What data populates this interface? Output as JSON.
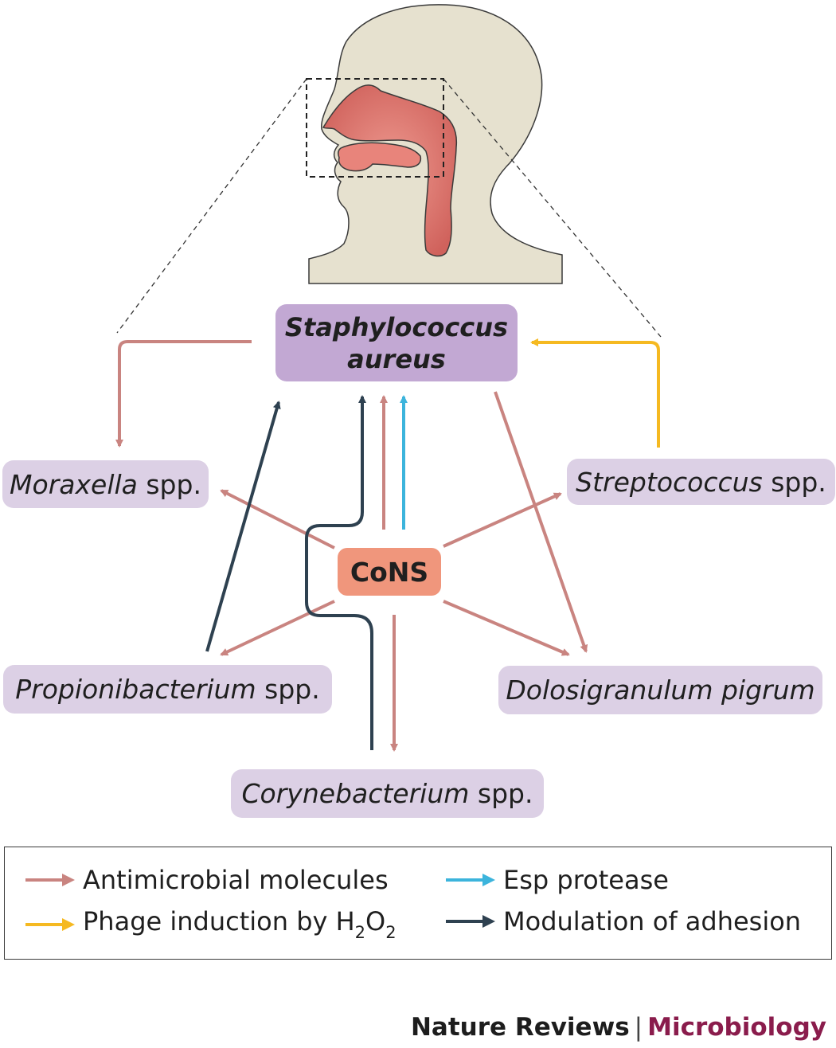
{
  "nodes": {
    "staph": {
      "line1": "Staphylococcus",
      "line2": "aureus"
    },
    "cons": "CoNS",
    "moraxella": {
      "genus": "Moraxella",
      "suffix": " spp."
    },
    "streptococcus": {
      "genus": "Streptococcus",
      "suffix": " spp."
    },
    "propionibacterium": {
      "genus": "Propionibacterium",
      "suffix": " spp."
    },
    "dolosigranulum": {
      "genus": "Dolosigranulum pigrum"
    },
    "corynebacterium": {
      "genus": "Corynebacterium",
      "suffix": " spp."
    }
  },
  "legend": {
    "antimicrobial": "Antimicrobial molecules",
    "phage_prefix": "Phage induction by H",
    "phage_sub1": "2",
    "phage_mid": "O",
    "phage_sub2": "2",
    "esp": "Esp protease",
    "modulation": "Modulation of adhesion"
  },
  "footer": {
    "journal": "Nature Reviews",
    "separator": "|",
    "section": "Microbiology"
  },
  "colors": {
    "antimicrobial": "#c98480",
    "phage": "#f5b921",
    "esp": "#3cb4dc",
    "adhesion": "#2e4150",
    "staph_box": "#c2a8d3",
    "species_box": "#dcd0e5",
    "cons_box": "#f0967c",
    "head_fill": "#e6e1cf",
    "airway": "#d9706a"
  }
}
